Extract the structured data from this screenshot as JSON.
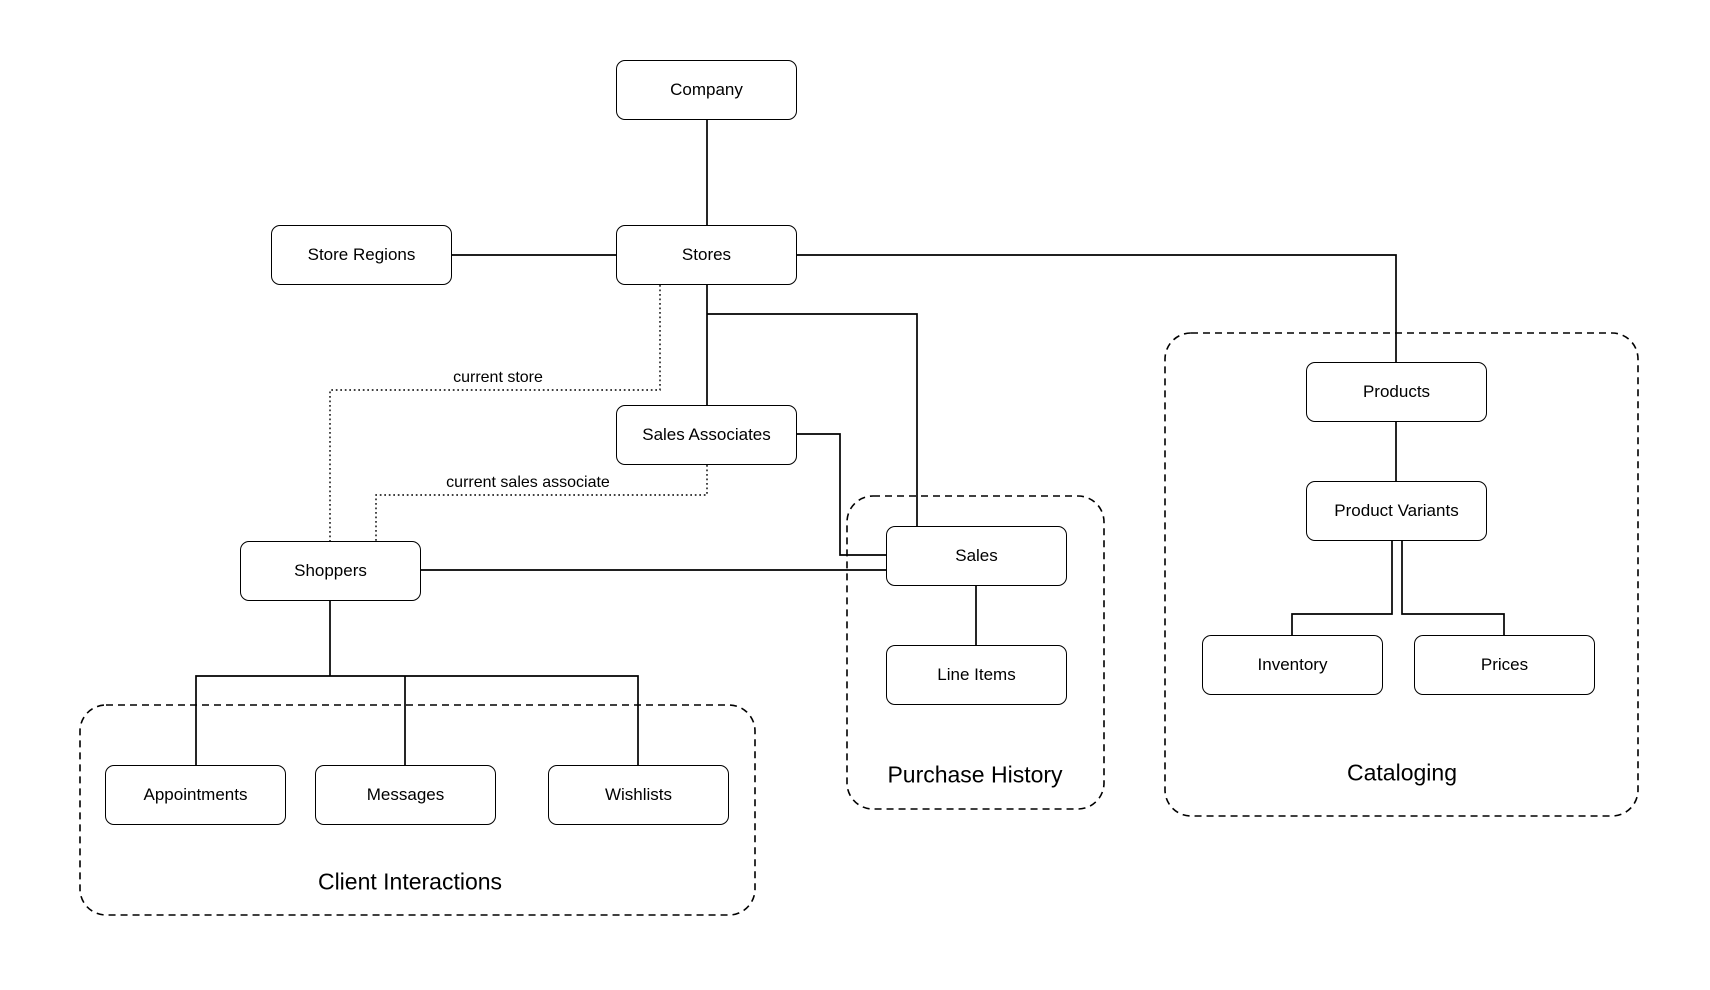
{
  "diagram": {
    "background_color": "#ffffff",
    "stroke_color": "#000000",
    "node_fill_color": "#ffffff",
    "nodes": {
      "company": {
        "label": "Company"
      },
      "store_regions": {
        "label": "Store Regions"
      },
      "stores": {
        "label": "Stores"
      },
      "sales_associates": {
        "label": "Sales Associates"
      },
      "shoppers": {
        "label": "Shoppers"
      },
      "sales": {
        "label": "Sales"
      },
      "line_items": {
        "label": "Line Items"
      },
      "products": {
        "label": "Products"
      },
      "product_variants": {
        "label": "Product Variants"
      },
      "inventory": {
        "label": "Inventory"
      },
      "prices": {
        "label": "Prices"
      },
      "appointments": {
        "label": "Appointments"
      },
      "messages": {
        "label": "Messages"
      },
      "wishlists": {
        "label": "Wishlists"
      }
    },
    "groups": {
      "client_interactions": {
        "label": "Client Interactions"
      },
      "purchase_history": {
        "label": "Purchase History"
      },
      "cataloging": {
        "label": "Cataloging"
      }
    },
    "edge_labels": {
      "current_store": "current store",
      "current_sales_associate": "current sales associate"
    },
    "edges": [
      {
        "from": "company",
        "to": "stores",
        "style": "solid"
      },
      {
        "from": "store_regions",
        "to": "stores",
        "style": "solid"
      },
      {
        "from": "stores",
        "to": "products",
        "style": "solid"
      },
      {
        "from": "stores",
        "to": "sales_associates",
        "style": "solid"
      },
      {
        "from": "stores",
        "to": "sales",
        "style": "solid"
      },
      {
        "from": "sales_associates",
        "to": "sales",
        "style": "solid"
      },
      {
        "from": "shoppers",
        "to": "sales",
        "style": "solid"
      },
      {
        "from": "shoppers",
        "to": "appointments",
        "style": "solid"
      },
      {
        "from": "shoppers",
        "to": "messages",
        "style": "solid"
      },
      {
        "from": "shoppers",
        "to": "wishlists",
        "style": "solid"
      },
      {
        "from": "sales",
        "to": "line_items",
        "style": "solid"
      },
      {
        "from": "products",
        "to": "product_variants",
        "style": "solid"
      },
      {
        "from": "product_variants",
        "to": "inventory",
        "style": "solid"
      },
      {
        "from": "product_variants",
        "to": "prices",
        "style": "solid"
      },
      {
        "from": "shoppers",
        "to": "stores",
        "style": "dotted",
        "label": "current store"
      },
      {
        "from": "shoppers",
        "to": "sales_associates",
        "style": "dotted",
        "label": "current sales associate"
      }
    ]
  }
}
